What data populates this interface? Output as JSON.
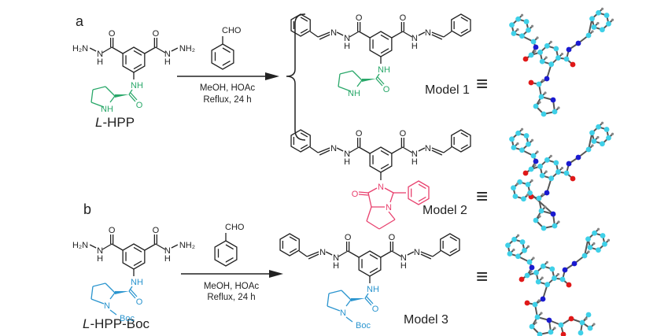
{
  "panels": [
    {
      "letter": "a",
      "reactant": {
        "name_italic": "L",
        "name_rest": "-HPP",
        "substituent_color": "#2aa86a"
      },
      "reagent": {
        "group": "CHO",
        "conditions_line1": "MeOH, HOAc",
        "conditions_line2": "Reflux, 24 h"
      },
      "products": [
        {
          "label": "Model 1",
          "fragment_color": "#2aa86a"
        },
        {
          "label": "Model 2",
          "fragment_color": "#e8416e"
        }
      ]
    },
    {
      "letter": "b",
      "reactant": {
        "name_italic": "L",
        "name_rest": "-HPP-Boc",
        "substituent_color": "#2b95cf",
        "protecting_group": "Boc"
      },
      "reagent": {
        "group": "CHO",
        "conditions_line1": "MeOH, HOAc",
        "conditions_line2": "Reflux, 24 h"
      },
      "products": [
        {
          "label": "Model 3",
          "fragment_color": "#2b95cf"
        }
      ]
    }
  ],
  "atoms": {
    "h2n": "H₂N",
    "nh2": "NH₂",
    "n": "N",
    "h": "H",
    "o": "O",
    "nh": "NH",
    "boc": "Boc"
  },
  "equiv_symbol": "≡",
  "colors": {
    "carbon": "#3fd0e8",
    "nitrogen": "#1a1ad0",
    "oxygen": "#e01818",
    "hydrogen": "#888888",
    "bond": "#555555"
  }
}
